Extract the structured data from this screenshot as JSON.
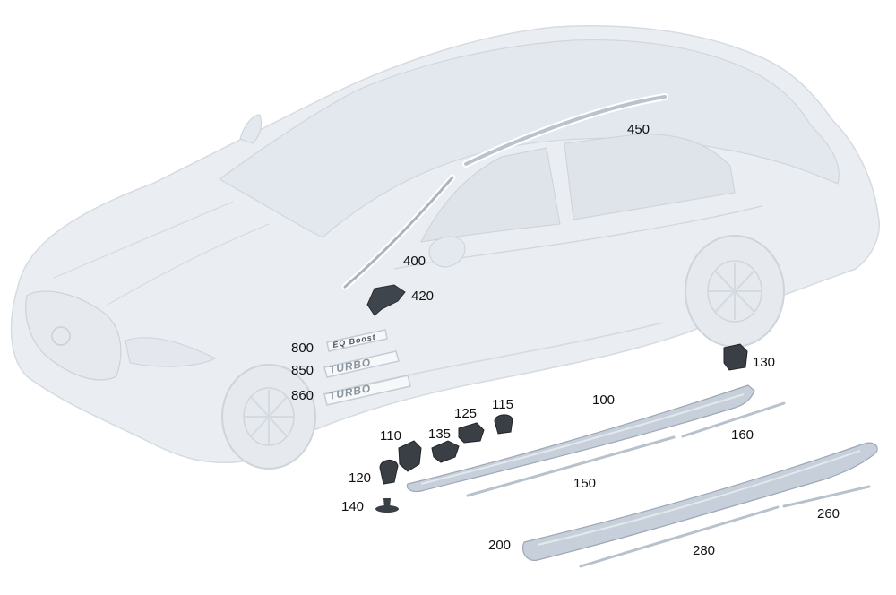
{
  "diagram": {
    "colors": {
      "background": "#ffffff",
      "car_body": "#e9edf2",
      "car_line": "#cdd4dc",
      "part_light": "#c9d2dc",
      "part_dark": "#3a3f45",
      "label": "#111111"
    },
    "callouts": [
      {
        "id": "450",
        "text": "450"
      },
      {
        "id": "400",
        "text": "400"
      },
      {
        "id": "420",
        "text": "420"
      },
      {
        "id": "800",
        "text": "800"
      },
      {
        "id": "850",
        "text": "850"
      },
      {
        "id": "860",
        "text": "860"
      },
      {
        "id": "130",
        "text": "130"
      },
      {
        "id": "100",
        "text": "100"
      },
      {
        "id": "115",
        "text": "115"
      },
      {
        "id": "125",
        "text": "125"
      },
      {
        "id": "110",
        "text": "110"
      },
      {
        "id": "135",
        "text": "135"
      },
      {
        "id": "160",
        "text": "160"
      },
      {
        "id": "120",
        "text": "120"
      },
      {
        "id": "150",
        "text": "150"
      },
      {
        "id": "140",
        "text": "140"
      },
      {
        "id": "260",
        "text": "260"
      },
      {
        "id": "200",
        "text": "200"
      },
      {
        "id": "280",
        "text": "280"
      }
    ],
    "badges": {
      "eq_boost": "EQ Boost",
      "turbo_850": "TURBO",
      "turbo_860": "TURBO"
    }
  }
}
